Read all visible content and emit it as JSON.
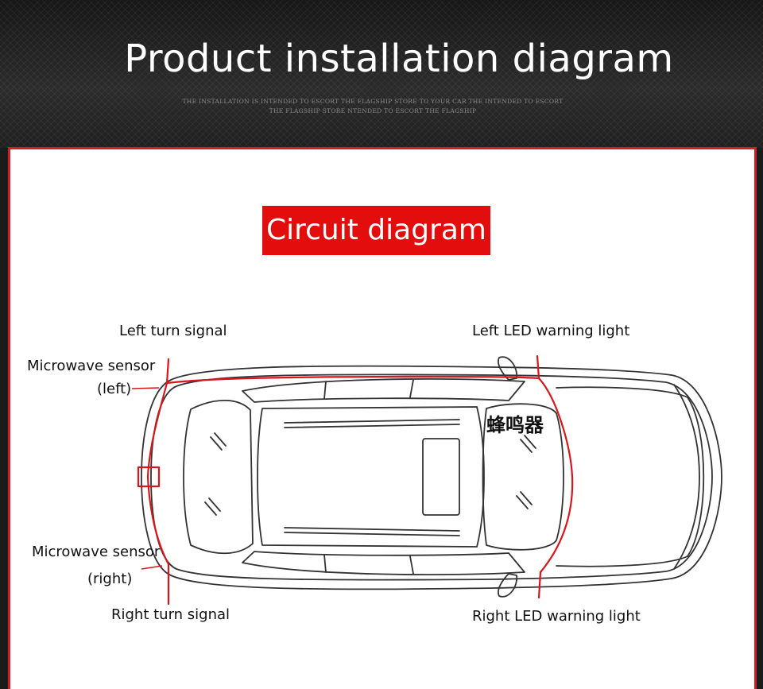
{
  "header": {
    "title": "Product installation diagram",
    "subtitle_line_1": "THE INSTALLATION IS INTENDED TO ESCORT THE FLAGSHIP STORE TO YOUR CAR THE INTENDED TO ESCORT",
    "subtitle_line_2": "THE FLAGSHIP STORE NTENDED TO ESCORT THE FLAGSHIP"
  },
  "badge": {
    "text": "Circuit diagram"
  },
  "labels": {
    "left_turn_signal": "Left turn signal",
    "microwave_left_line1": "Microwave sensor",
    "microwave_left_line2": "(left)",
    "microwave_right_line1": "Microwave sensor",
    "microwave_right_line2": "(right)",
    "right_turn_signal": "Right turn signal",
    "left_led": "Left LED warning light",
    "right_led": "Right LED warning light",
    "buzzer": "蜂鸣器"
  },
  "colors": {
    "accent_red": "#e30d0d",
    "wire_red": "#d9161b",
    "panel_border": "#d01f1f"
  }
}
